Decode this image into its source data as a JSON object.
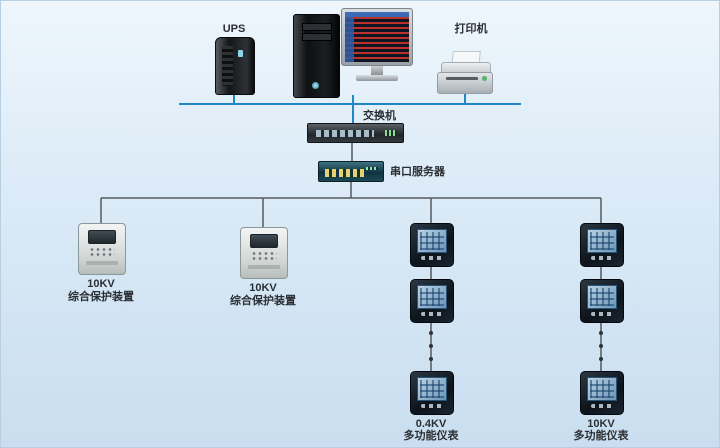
{
  "nodes": {
    "ups": {
      "label": "UPS"
    },
    "printer": {
      "label": "打印机"
    },
    "switch": {
      "label": "交换机"
    },
    "serial_server": {
      "label": "串口服务器"
    },
    "protection_device_1": {
      "label_line1": "10KV",
      "label_line2": "综合保护装置"
    },
    "protection_device_2": {
      "label_line1": "10KV",
      "label_line2": "综合保护装置"
    },
    "meter_column_1": {
      "label_line1": "0.4KV",
      "label_line2": "多功能仪表"
    },
    "meter_column_2": {
      "label_line1": "10KV",
      "label_line2": "多功能仪表"
    }
  },
  "colors": {
    "bus_line": "#1f87c5",
    "branch_line": "#55595d"
  }
}
